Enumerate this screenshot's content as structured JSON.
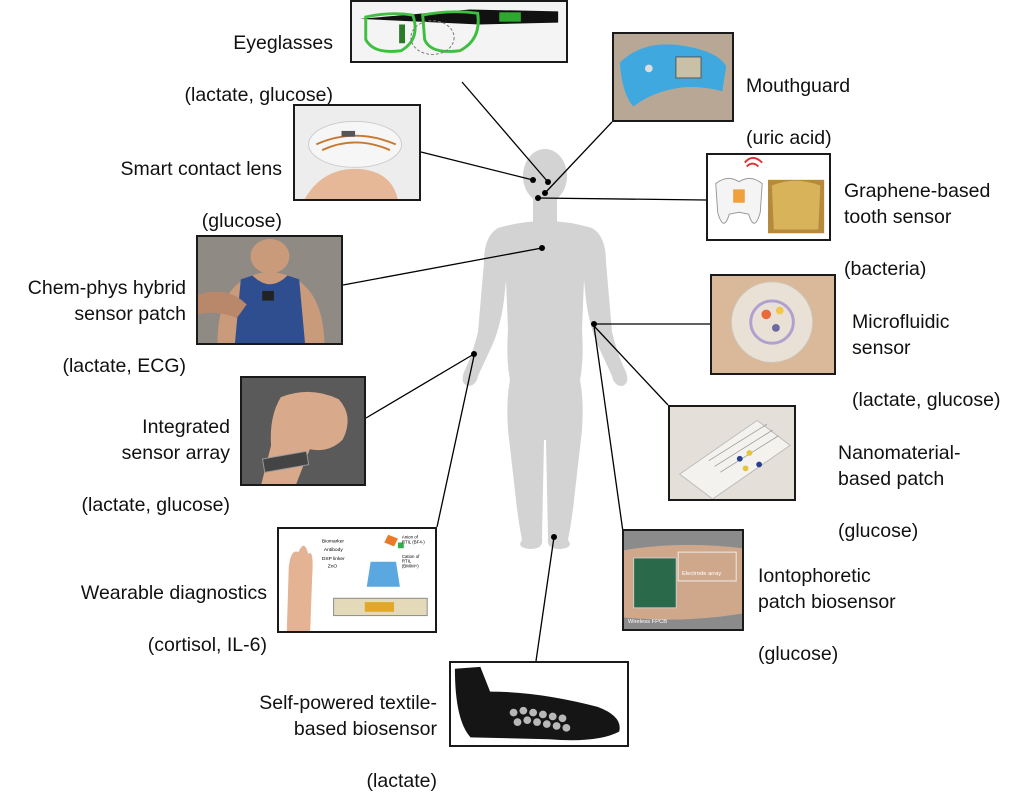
{
  "figure": {
    "body_color": "#d3d3d3",
    "line_color": "#000000",
    "devices": [
      {
        "id": "eyeglasses",
        "title": "Eyeglasses",
        "analytes": "(lactate, glucose)",
        "photo_icon": "eyeglasses-photo"
      },
      {
        "id": "mouthguard",
        "title": "Mouthguard",
        "analytes": "(uric acid)",
        "photo_icon": "mouthguard-photo"
      },
      {
        "id": "contact-lens",
        "title": "Smart contact lens",
        "analytes": "(glucose)",
        "photo_icon": "contact-lens-photo"
      },
      {
        "id": "tooth-sensor",
        "title": "Graphene-based\ntooth sensor",
        "analytes": "(bacteria)",
        "photo_icon": "tooth-sensor-photo"
      },
      {
        "id": "hybrid-patch",
        "title": "Chem-phys hybrid\nsensor patch",
        "analytes": "(lactate, ECG)",
        "photo_icon": "hybrid-patch-photo"
      },
      {
        "id": "microfluidic",
        "title": "Microfluidic\nsensor",
        "analytes": "(lactate, glucose)",
        "photo_icon": "microfluidic-photo"
      },
      {
        "id": "sensor-array",
        "title": "Integrated\nsensor array",
        "analytes": "(lactate, glucose)",
        "photo_icon": "wristband-photo"
      },
      {
        "id": "nanomaterial-patch",
        "title": "Nanomaterial-\nbased patch",
        "analytes": "(glucose)",
        "photo_icon": "nanomaterial-patch-photo"
      },
      {
        "id": "wearable-diagnostics",
        "title": "Wearable diagnostics",
        "analytes": "(cortisol, IL-6)",
        "photo_icon": "diagnostics-photo"
      },
      {
        "id": "iontophoretic",
        "title": "Iontophoretic\npatch biosensor",
        "analytes": "(glucose)",
        "photo_icon": "iontophoretic-photo"
      },
      {
        "id": "textile",
        "title": "Self-powered textile-\nbased biosensor",
        "analytes": "(lactate)",
        "photo_icon": "sock-photo"
      }
    ],
    "inset_text": {
      "diag_biomarker": "Biomarker",
      "diag_antibody": "Antibody",
      "diag_dsp": "DSP linker",
      "diag_zno": "ZnO",
      "diag_anion": "Anion of\nRTIL (BF4-)",
      "diag_cation": "Cation of\nRTIL\n(BMIM+)",
      "ionto_electrode": "Electrode array",
      "ionto_fpcb": "Wireless FPCB"
    }
  }
}
